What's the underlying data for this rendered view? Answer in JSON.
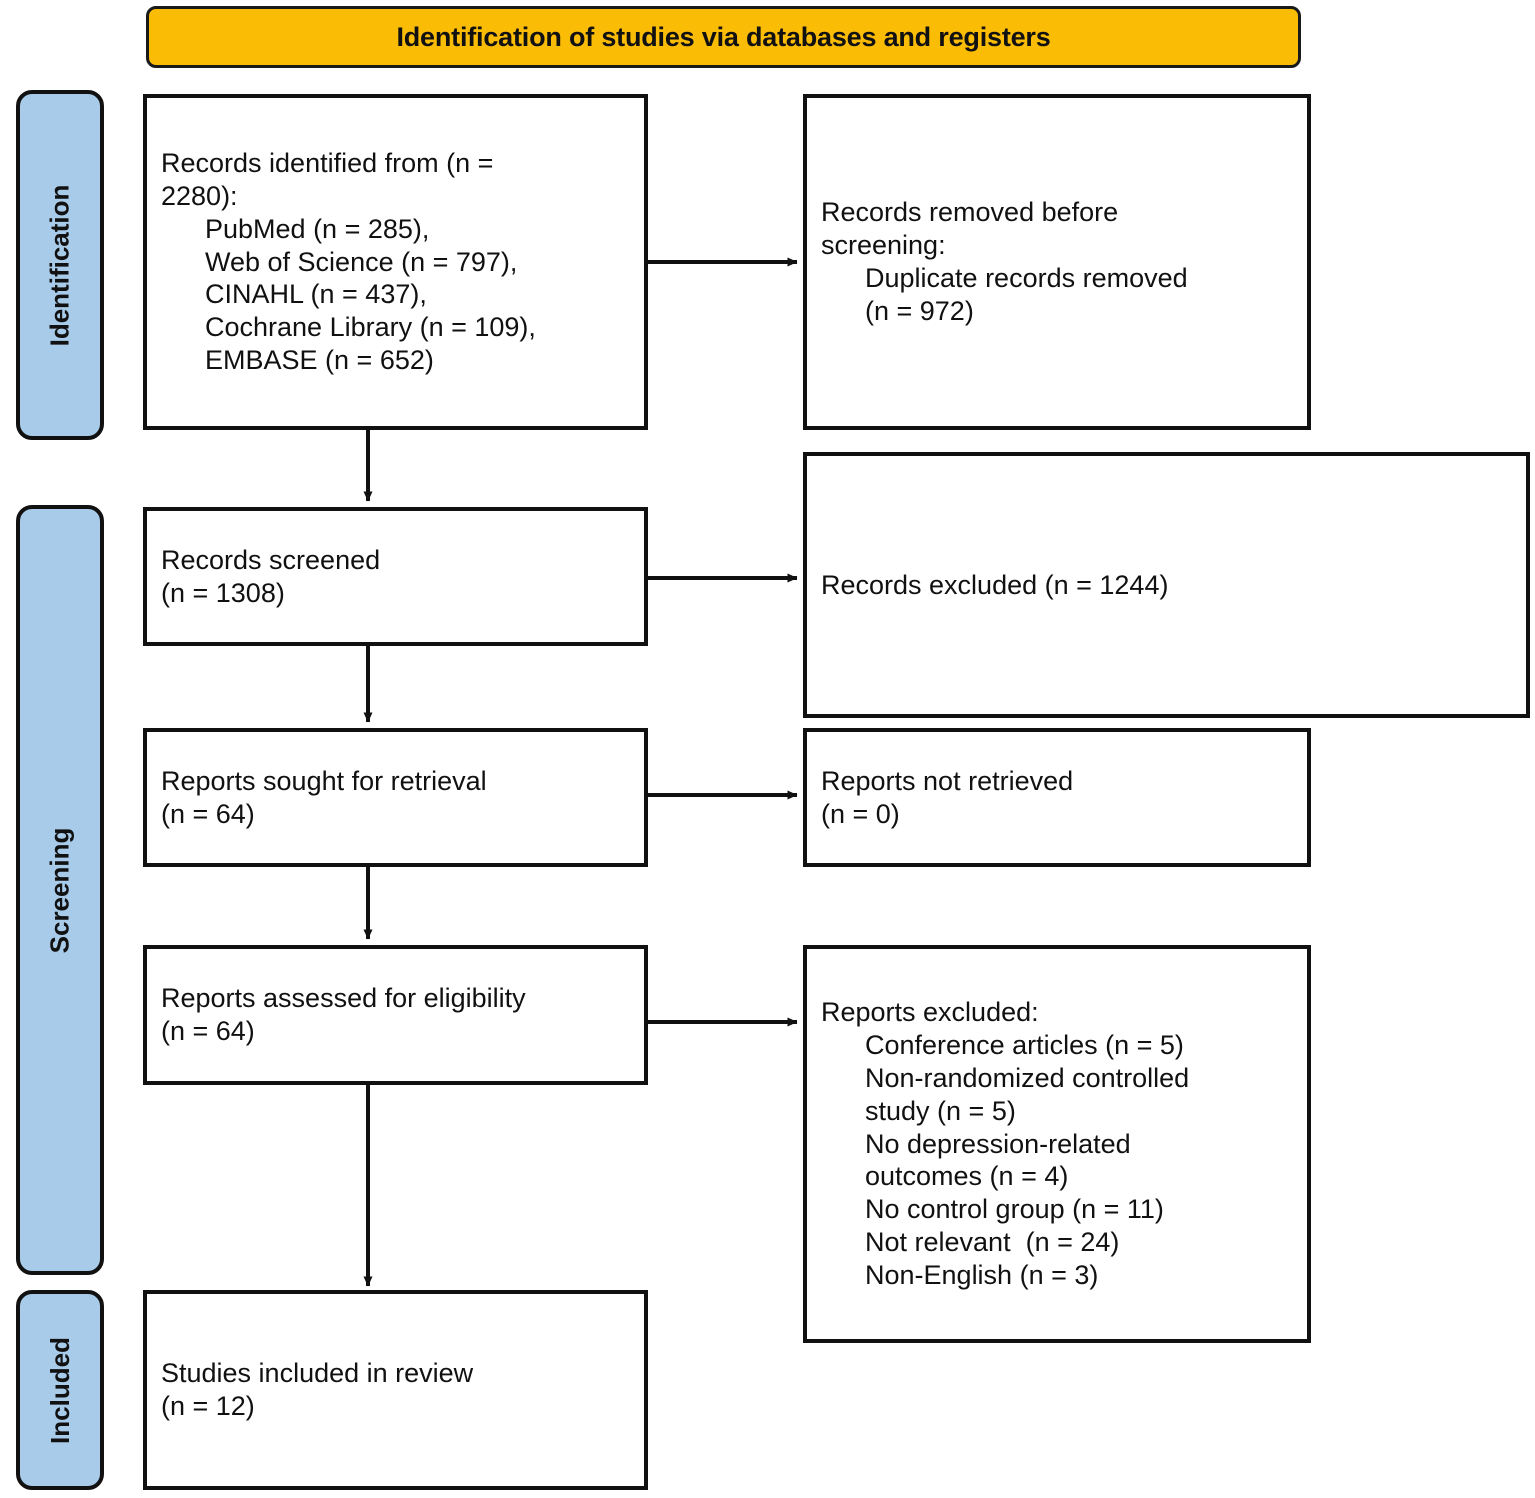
{
  "title": {
    "text": "Identification of studies via databases and registers",
    "bg_color": "#FBBC06",
    "border_color": "#111111"
  },
  "colors": {
    "phase_fill": "#A8CBEA",
    "box_border": "#111111",
    "box_fill": "#FFFFFF",
    "text": "#111111"
  },
  "phases": [
    {
      "label": "Identification"
    },
    {
      "label": "Screening"
    },
    {
      "label": "Included"
    }
  ],
  "boxes": {
    "identified": {
      "lines": [
        "Records identified from (n =",
        "2280):",
        "PubMed (n = 285),",
        "Web of Science (n = 797),",
        "CINAHL (n = 437),",
        "Cochrane Library (n = 109),",
        "EMBASE (n = 652)"
      ]
    },
    "removed_before_screening": {
      "line1a": "Records removed ",
      "line1b": "before",
      "line2a": "screening",
      "line2b": ":",
      "line3": "Duplicate records removed",
      "line4": "(n = 972)"
    },
    "records_screened": {
      "line1": "Records screened",
      "line2": "(n = 1308)"
    },
    "records_excluded": {
      "line1": "Records excluded (n = 1244)"
    },
    "reports_sought": {
      "line1": "Reports sought for retrieval",
      "line2": "(n = 64)"
    },
    "reports_not_retrieved": {
      "line1": "Reports not retrieved",
      "line2": "(n = 0)"
    },
    "reports_assessed": {
      "line1": "Reports assessed for eligibility",
      "line2": "(n = 64)"
    },
    "reports_excluded": {
      "heading": "Reports excluded:",
      "reasons": [
        "Conference articles (n = 5)",
        "Non-randomized controlled",
        "study (n = 5)",
        "No depression-related",
        "outcomes (n = 4)",
        "No control group (n = 11)",
        "Not relevant  (n = 24)",
        "Non-English (n = 3)"
      ]
    },
    "studies_included": {
      "line1": "Studies included in review",
      "line2": "(n = 12)"
    }
  },
  "flow_data": {
    "type": "prisma-flow",
    "identified_total": 2280,
    "sources": [
      {
        "name": "PubMed",
        "n": 285
      },
      {
        "name": "Web of Science",
        "n": 797
      },
      {
        "name": "CINAHL",
        "n": 437
      },
      {
        "name": "Cochrane Library",
        "n": 109
      },
      {
        "name": "EMBASE",
        "n": 652
      }
    ],
    "duplicates_removed": 972,
    "records_screened": 1308,
    "records_excluded": 1244,
    "reports_sought": 64,
    "reports_not_retrieved": 0,
    "reports_assessed": 64,
    "reports_excluded_reasons": [
      {
        "reason": "Conference articles",
        "n": 5
      },
      {
        "reason": "Non-randomized controlled study",
        "n": 5
      },
      {
        "reason": "No depression-related outcomes",
        "n": 4
      },
      {
        "reason": "No control group",
        "n": 11
      },
      {
        "reason": "Not relevant",
        "n": 24
      },
      {
        "reason": "Non-English",
        "n": 3
      }
    ],
    "studies_included": 12
  }
}
